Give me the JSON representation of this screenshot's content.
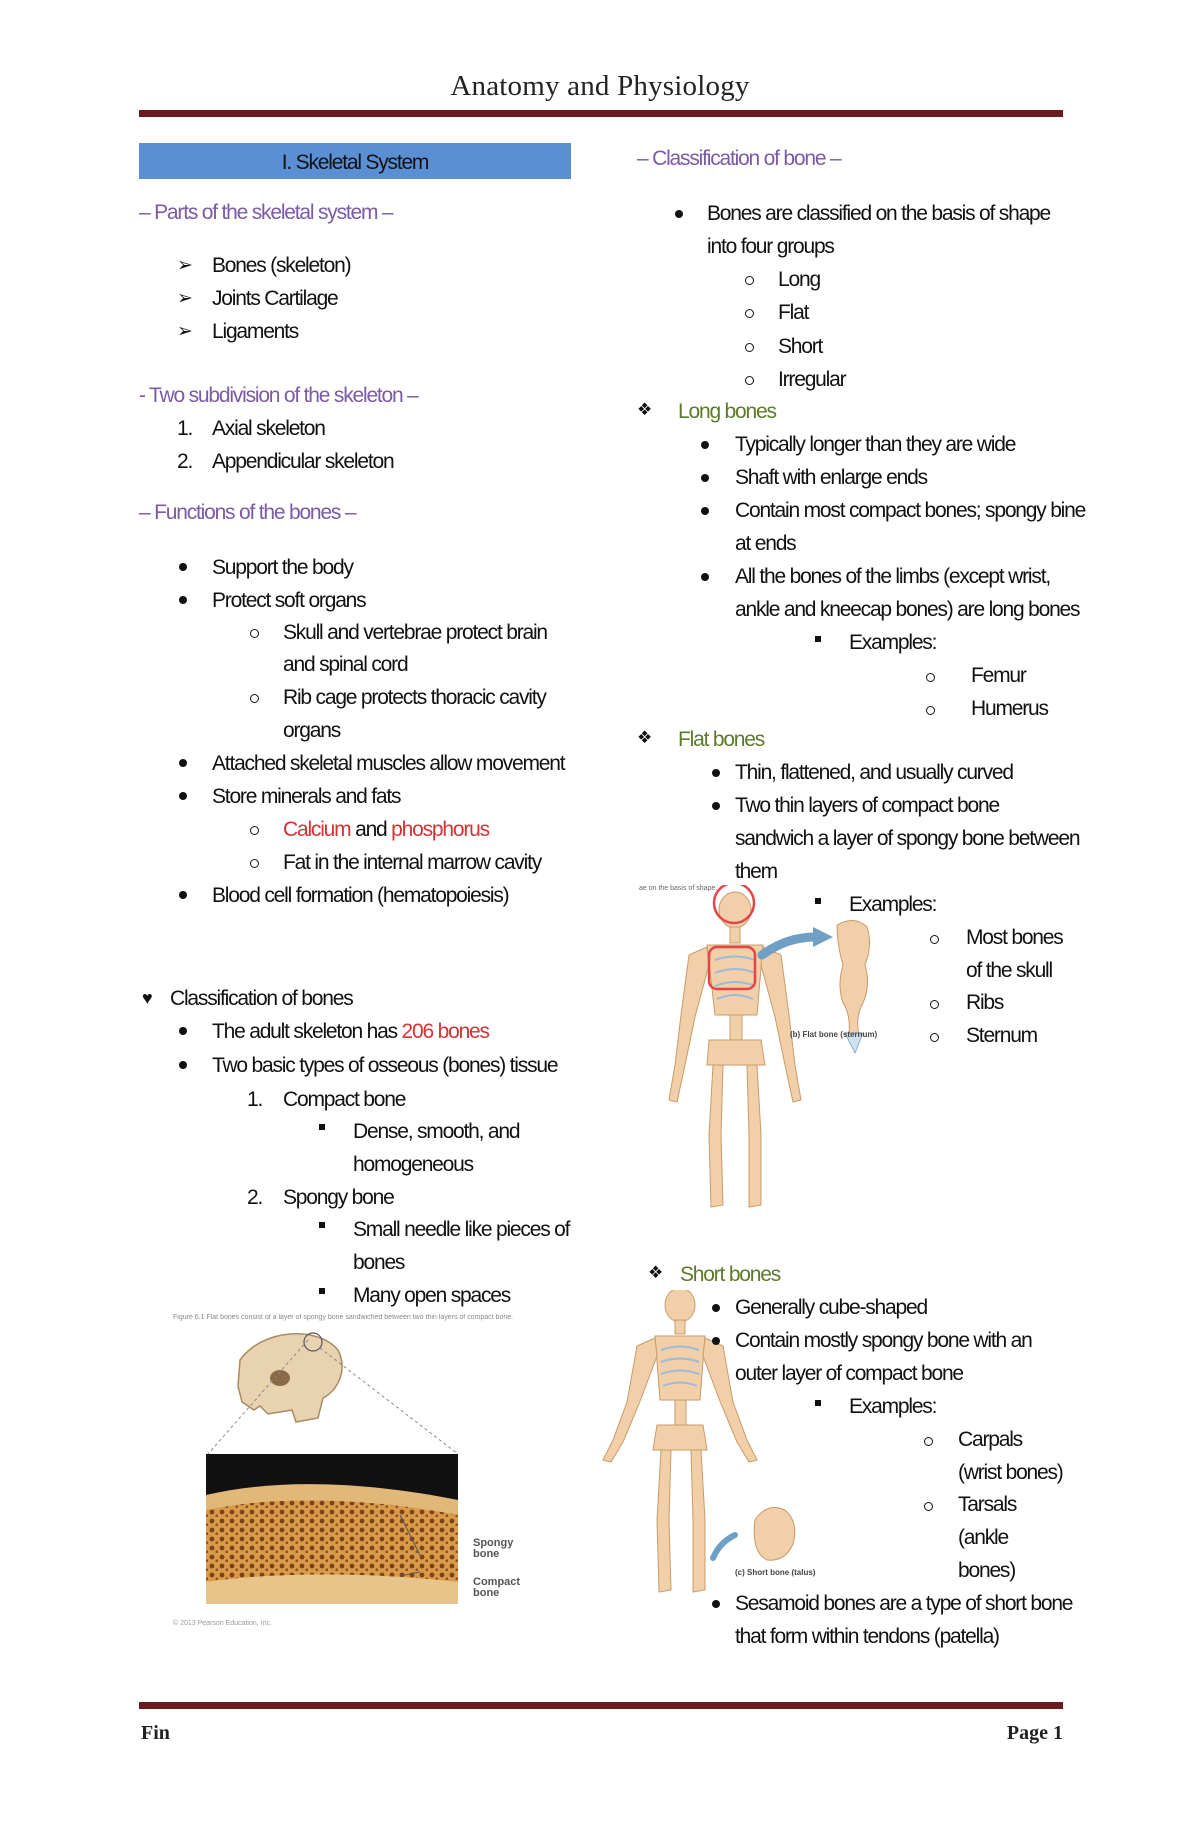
{
  "header": {
    "title": "Anatomy and Physiology"
  },
  "left": {
    "section_title": "I. Skeletal System",
    "parts_heading": "– Parts of the skeletal system –",
    "parts": [
      "Bones (skeleton)",
      "Joints Cartilage",
      "Ligaments"
    ],
    "subdivision_heading": "- Two subdivision of the skeleton –",
    "subdivisions": [
      {
        "num": "1.",
        "text": "Axial skeleton"
      },
      {
        "num": "2.",
        "text": "Appendicular skeleton"
      }
    ],
    "functions_heading": "– Functions of the bones –",
    "functions": {
      "support": "Support the body",
      "protect": "Protect soft organs",
      "skull_a": "Skull and vertebrae protect brain",
      "skull_b": "and spinal cord",
      "rib_a": "Rib cage protects thoracic cavity",
      "rib_b": "organs",
      "muscles": "Attached skeletal muscles allow movement",
      "store": "Store minerals and fats",
      "calcium": "Calcium",
      "and": " and ",
      "phosphorus": "phosphorus",
      "fat": "Fat in the internal marrow cavity",
      "blood": "Blood cell formation (hematopoiesis)"
    },
    "classification": {
      "heading": "Classification of bones",
      "adult_prefix": "The adult skeleton has ",
      "adult_count": "206 bones",
      "two_types": "Two basic types of osseous (bones) tissue",
      "compact_num": "1.",
      "compact": "Compact bone",
      "compact_desc_a": "Dense, smooth, and",
      "compact_desc_b": "homogeneous",
      "spongy_num": "2.",
      "spongy": "Spongy bone",
      "spongy_desc1_a": "Small needle like pieces of",
      "spongy_desc1_b": "bones",
      "spongy_desc2": "Many open spaces"
    },
    "figure": {
      "caption_top": "Figure 6.1 Flat bones consist of a layer of spongy bone sandwiched between two thin layers of compact bone.",
      "label_spongy_a": "Spongy",
      "label_spongy_b": "bone",
      "label_compact_a": "Compact",
      "label_compact_b": "bone",
      "copyright": "© 2013 Pearson Education, Inc."
    }
  },
  "right": {
    "classification_heading": "– Classification of bone –",
    "intro_a": "Bones are classified on the basis of shape",
    "intro_b": "into four groups",
    "groups": [
      "Long",
      "Flat",
      "Short",
      "Irregular"
    ],
    "long": {
      "title": "Long bones",
      "p1": "Typically longer than they are wide",
      "p2": "Shaft with enlarge ends",
      "p3a": "Contain most compact bones; spongy bine",
      "p3b": "at ends",
      "p4a": "All the bones of the limbs (except wrist,",
      "p4b": "ankle and kneecap bones) are long bones",
      "examples": "Examples:",
      "ex": [
        "Femur",
        "Humerus"
      ]
    },
    "flat": {
      "title": "Flat bones",
      "p1": "Thin, flattened, and usually curved",
      "p2a": "Two thin layers of compact bone",
      "p2b": "sandwich a layer of spongy bone between",
      "p2c": "them",
      "examples": "Examples:",
      "ex1a": "Most bones",
      "ex1b": "of the skull",
      "ex2": "Ribs",
      "ex3": "Sternum",
      "fig_caption": "(b) Flat bone (sternum)",
      "fig_top_text": "ae on the basis of shape."
    },
    "short": {
      "title": "Short bones",
      "p1": "Generally cube-shaped",
      "p2a": "Contain mostly spongy bone with an",
      "p2b": "outer layer of compact bone",
      "examples": "Examples:",
      "ex1a": "Carpals",
      "ex1b": "(wrist bones)",
      "ex2a": "Tarsals",
      "ex2b": "(ankle",
      "ex2c": "bones)",
      "p3a": "Sesamoid bones are a type of short bone",
      "p3b": "that form within tendons (patella)",
      "fig_caption": "(c) Short bone (talus)"
    }
  },
  "footer": {
    "left": "Fin",
    "right": "Page 1"
  },
  "colors": {
    "rule": "#6b1b1f",
    "header_bar": "#5b8fd4",
    "heading_purple": "#7b5aa6",
    "heading_green": "#5c7a2a",
    "accent_red": "#d43333"
  }
}
